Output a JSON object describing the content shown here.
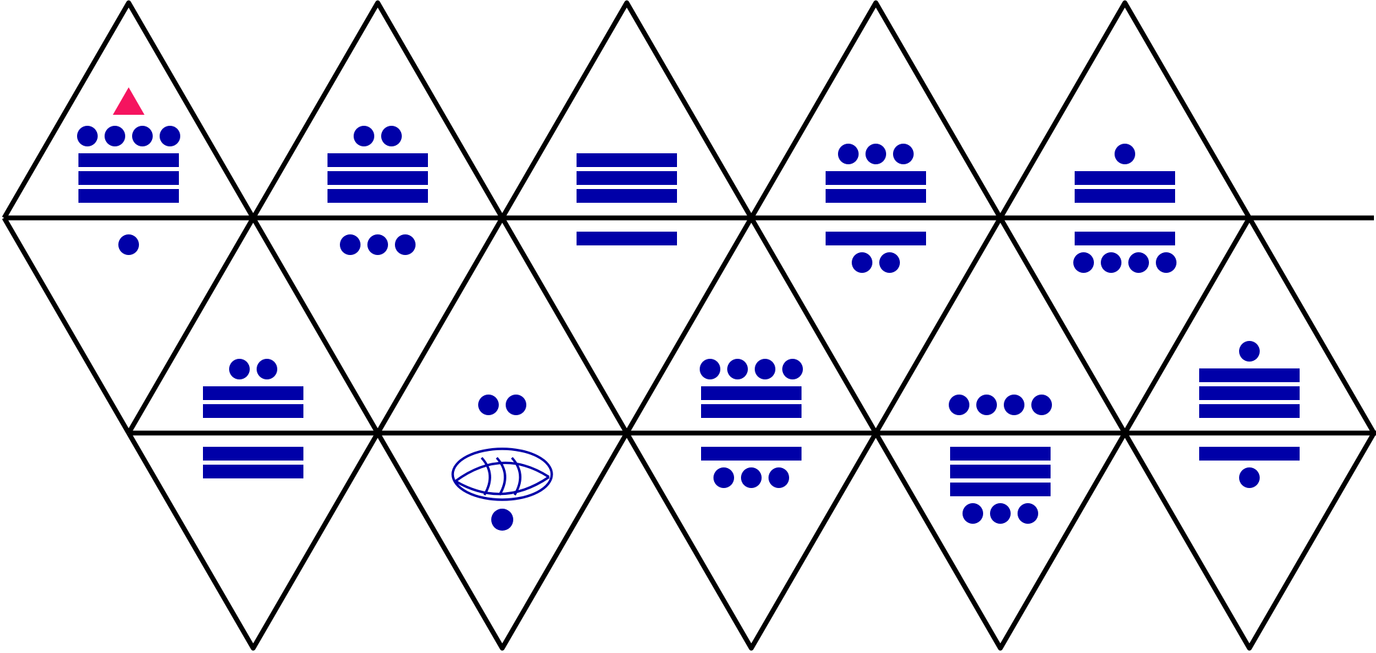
{
  "colors": {
    "glyph": "#0000a8",
    "marker": "#f5145f",
    "lines": "#000000",
    "background": "#ffffff"
  },
  "net": {
    "type": "icosahedron-net-maya-numerals",
    "faces": [
      {
        "id": "t1",
        "row": "top",
        "value": 19,
        "marker": "triangle"
      },
      {
        "id": "t2",
        "row": "top",
        "value": 17
      },
      {
        "id": "t3",
        "row": "top",
        "value": 15
      },
      {
        "id": "t4",
        "row": "top",
        "value": 13
      },
      {
        "id": "t5",
        "row": "top",
        "value": 11
      },
      {
        "id": "m1",
        "row": "upper-middle",
        "value": 1
      },
      {
        "id": "m2",
        "row": "upper-middle",
        "value": 3
      },
      {
        "id": "m3",
        "row": "upper-middle",
        "value": 5
      },
      {
        "id": "m4",
        "row": "upper-middle",
        "value": 7
      },
      {
        "id": "m5",
        "row": "upper-middle",
        "value": 9
      },
      {
        "id": "u1",
        "row": "lower-middle",
        "value": 12
      },
      {
        "id": "u2",
        "row": "lower-middle",
        "value": 2
      },
      {
        "id": "u3",
        "row": "lower-middle",
        "value": 14
      },
      {
        "id": "u4",
        "row": "lower-middle",
        "value": 4
      },
      {
        "id": "u5",
        "row": "lower-middle",
        "value": 16
      },
      {
        "id": "b1",
        "row": "bottom",
        "value": 10
      },
      {
        "id": "b2",
        "row": "bottom",
        "value": 20,
        "glyph": "shell-zero"
      },
      {
        "id": "b3",
        "row": "bottom",
        "value": 8
      },
      {
        "id": "b4",
        "row": "bottom",
        "value": 18
      },
      {
        "id": "b5",
        "row": "bottom",
        "value": 6
      }
    ]
  }
}
